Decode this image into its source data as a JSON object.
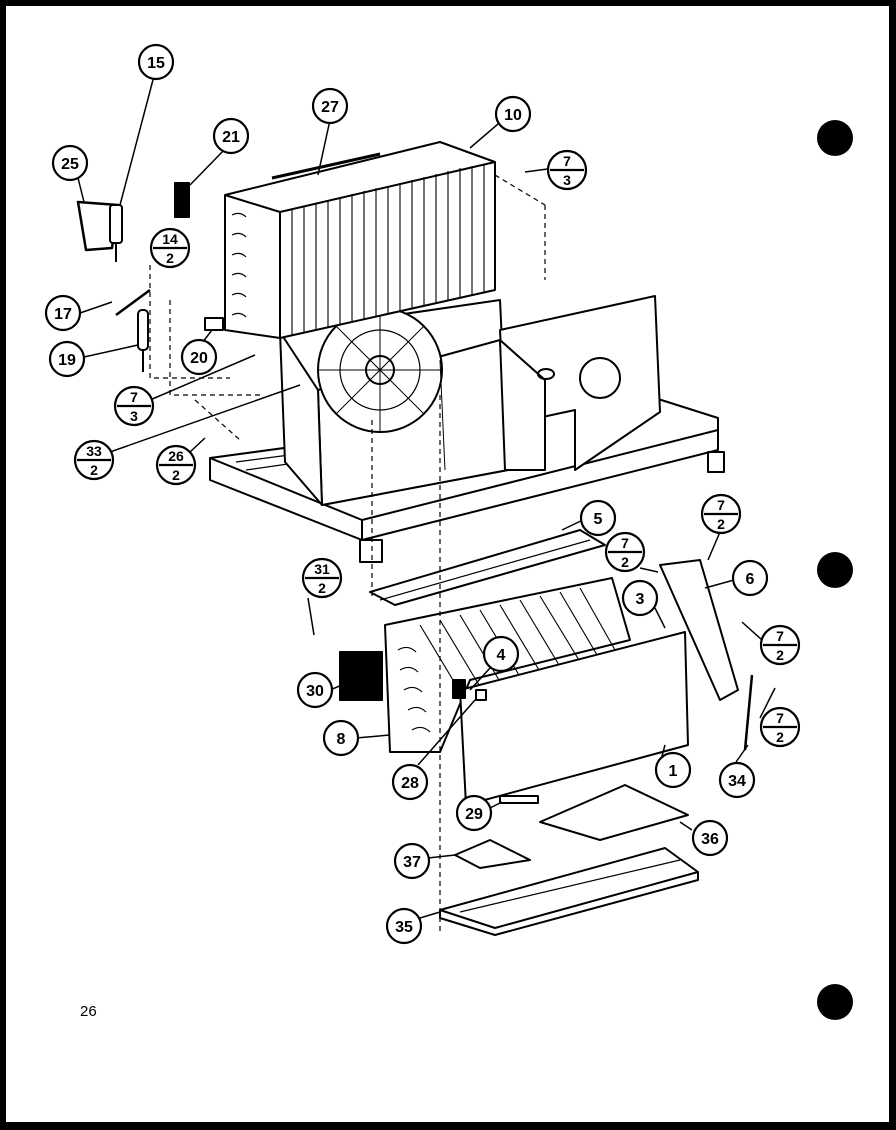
{
  "page_number": "26",
  "callouts": [
    {
      "id": "c15",
      "label": "15"
    },
    {
      "id": "c27",
      "label": "27"
    },
    {
      "id": "c10",
      "label": "10"
    },
    {
      "id": "c21",
      "label": "21"
    },
    {
      "id": "c25",
      "label": "25"
    },
    {
      "id": "c17",
      "label": "17"
    },
    {
      "id": "c19",
      "label": "19"
    },
    {
      "id": "c20",
      "label": "20"
    },
    {
      "id": "c5",
      "label": "5"
    },
    {
      "id": "c6",
      "label": "6"
    },
    {
      "id": "c3",
      "label": "3"
    },
    {
      "id": "c4",
      "label": "4"
    },
    {
      "id": "c30",
      "label": "30"
    },
    {
      "id": "c8",
      "label": "8"
    },
    {
      "id": "c28",
      "label": "28"
    },
    {
      "id": "c1",
      "label": "1"
    },
    {
      "id": "c34",
      "label": "34"
    },
    {
      "id": "c29",
      "label": "29"
    },
    {
      "id": "c36",
      "label": "36"
    },
    {
      "id": "c37",
      "label": "37"
    },
    {
      "id": "c35",
      "label": "35"
    }
  ],
  "fraction_callouts": [
    {
      "id": "f7-3-top",
      "num": "7",
      "den": "3"
    },
    {
      "id": "f14-2",
      "num": "14",
      "den": "2"
    },
    {
      "id": "f7-3-left",
      "num": "7",
      "den": "3"
    },
    {
      "id": "f33-2",
      "num": "33",
      "den": "2"
    },
    {
      "id": "f26-2",
      "num": "26",
      "den": "2"
    },
    {
      "id": "f7-2-a",
      "num": "7",
      "den": "2"
    },
    {
      "id": "f7-2-b",
      "num": "7",
      "den": "2"
    },
    {
      "id": "f31-2",
      "num": "31",
      "den": "2"
    },
    {
      "id": "f7-2-c",
      "num": "7",
      "den": "2"
    },
    {
      "id": "f7-2-d",
      "num": "7",
      "den": "2"
    }
  ]
}
